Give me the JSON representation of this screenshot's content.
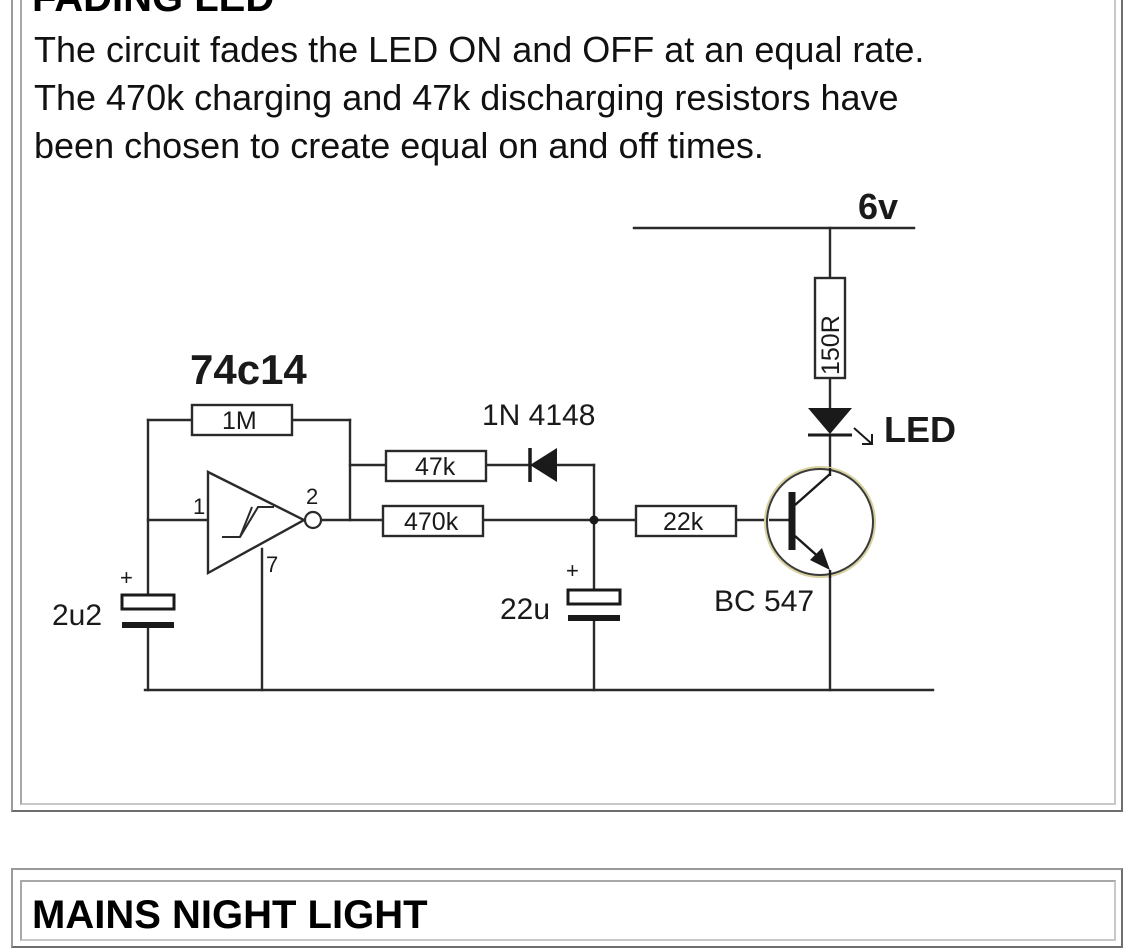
{
  "section1": {
    "title": "FADING LED",
    "description": [
      "The circuit fades the LED ON and OFF at an equal rate.",
      "The 470k charging and 47k discharging resistors have",
      "been chosen to create equal on and off times."
    ]
  },
  "schematic": {
    "supply": "6v",
    "ic": "74c14",
    "pin_in": "1",
    "pin_out": "2",
    "pin_gnd": "7",
    "r_feedback": "1M",
    "r_discharge": "47k",
    "r_charge": "470k",
    "r_base": "22k",
    "r_led": "150R",
    "diode": "1N 4148",
    "c_timing": "2u2",
    "c_fade": "22u",
    "transistor": "BC 547",
    "led": "LED",
    "plus": "+"
  },
  "section2": {
    "title": "MAINS NIGHT LIGHT"
  }
}
